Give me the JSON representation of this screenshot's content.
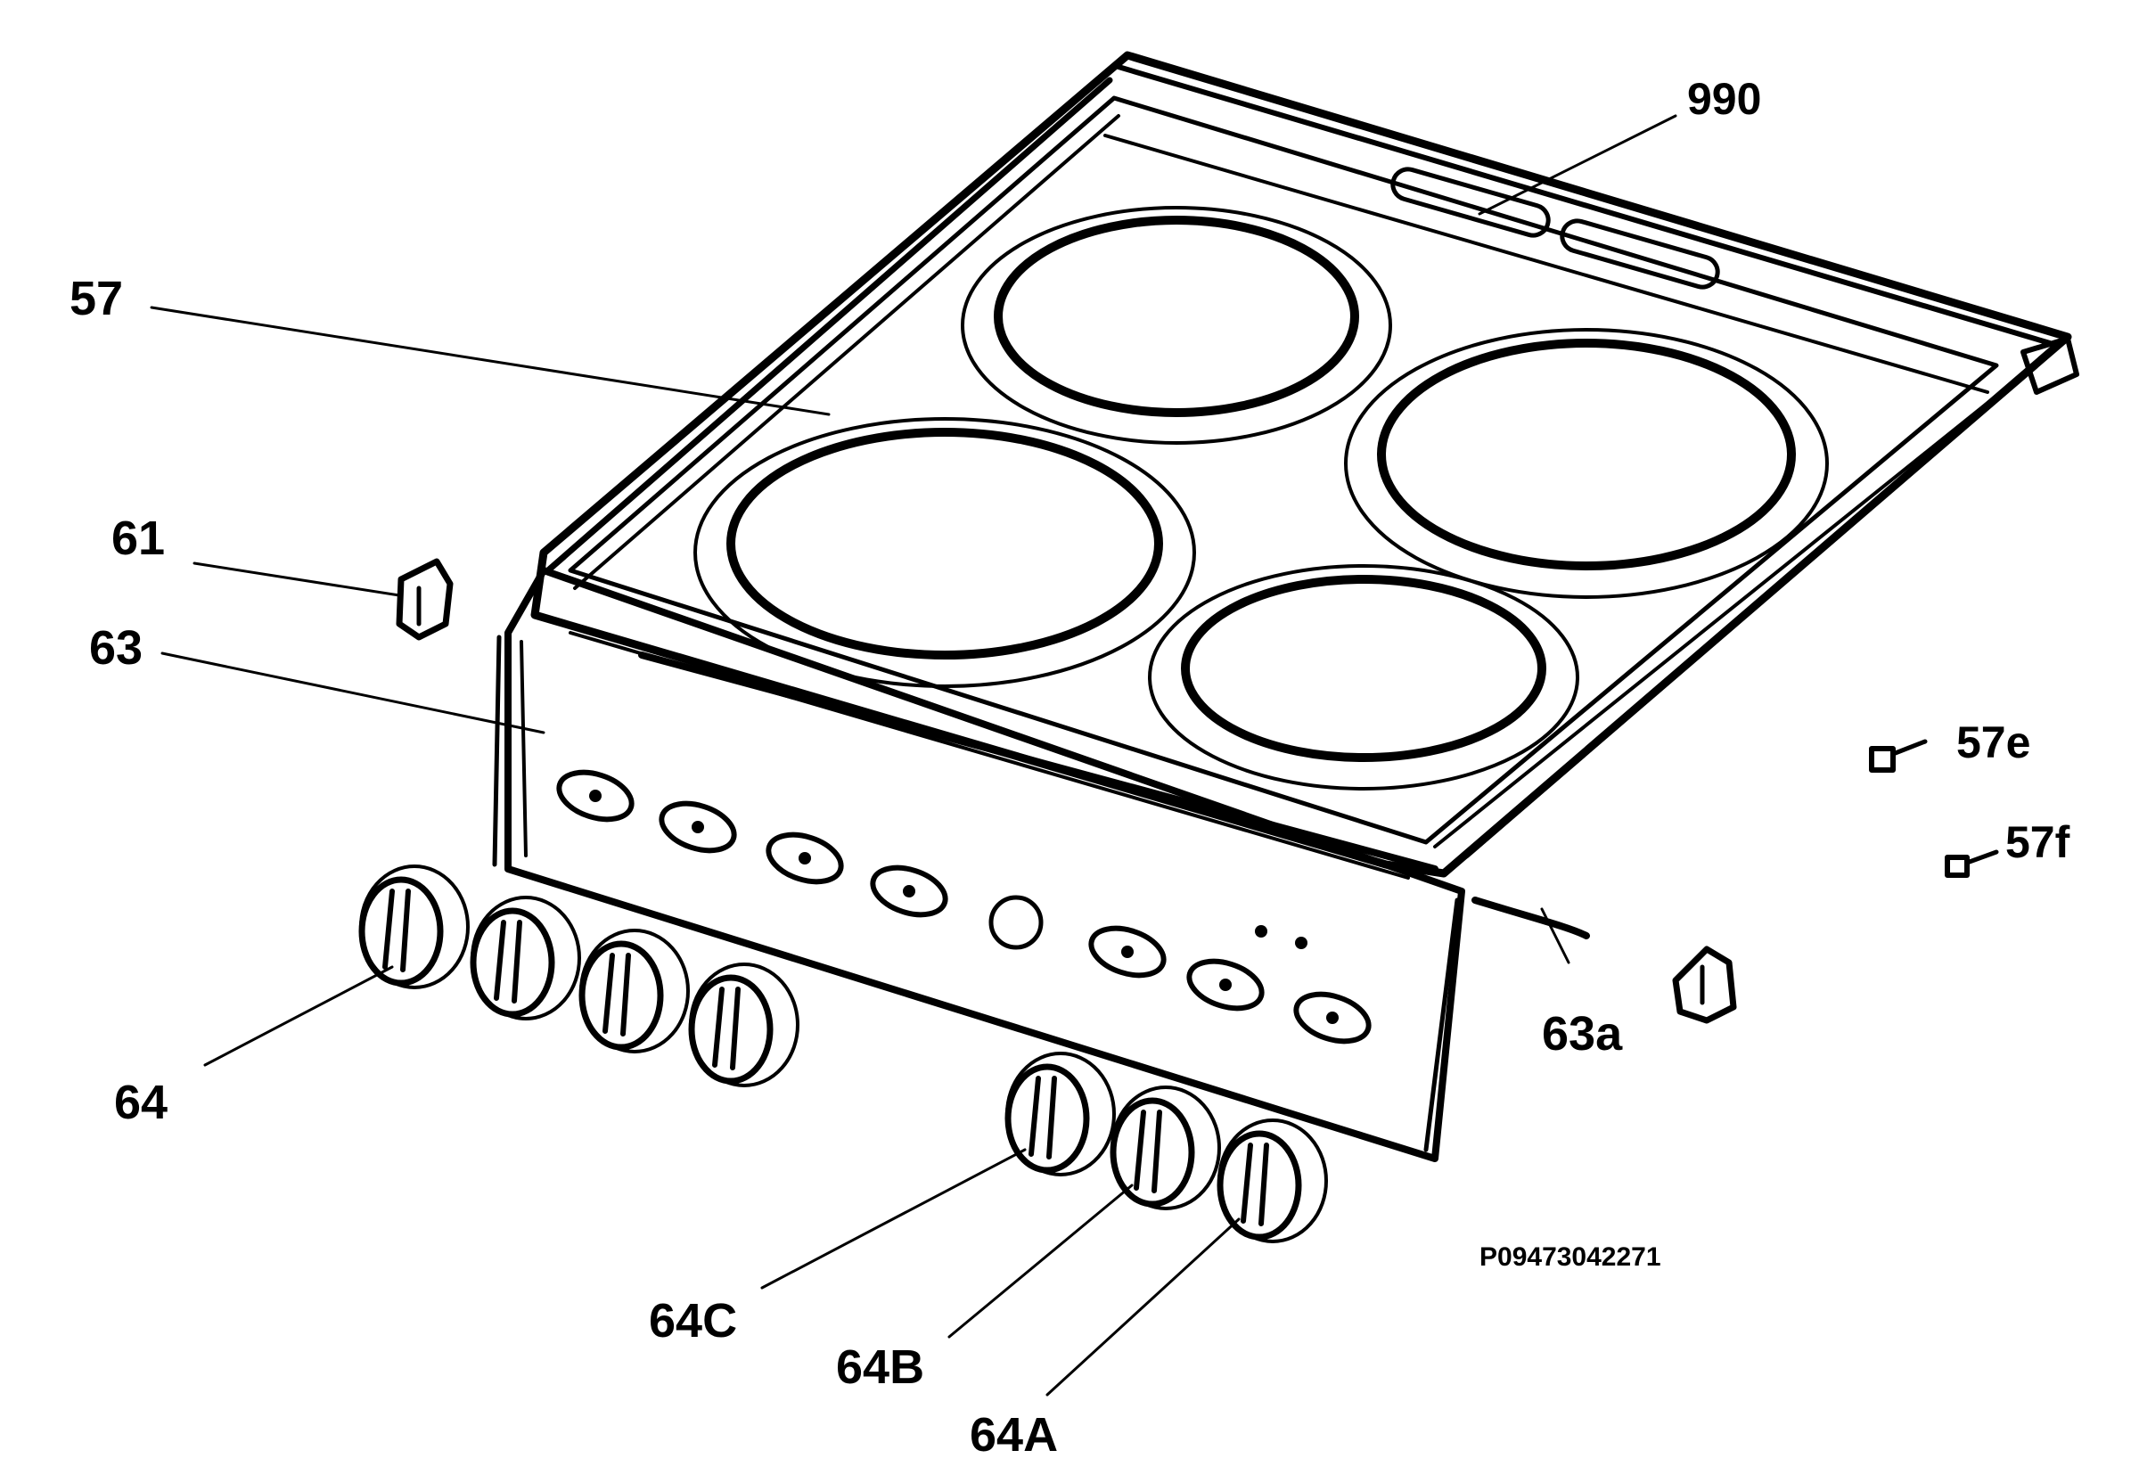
{
  "labels": {
    "l990": "990",
    "l57": "57",
    "l61": "61",
    "l63": "63",
    "l57e": "57e",
    "l57f": "57f",
    "l63a": "63a",
    "l64": "64",
    "l64C": "64C",
    "l64B": "64B",
    "l64A": "64A"
  },
  "reference": "P09473042271",
  "colors": {
    "ink": "#000000",
    "paper": "#ffffff"
  }
}
